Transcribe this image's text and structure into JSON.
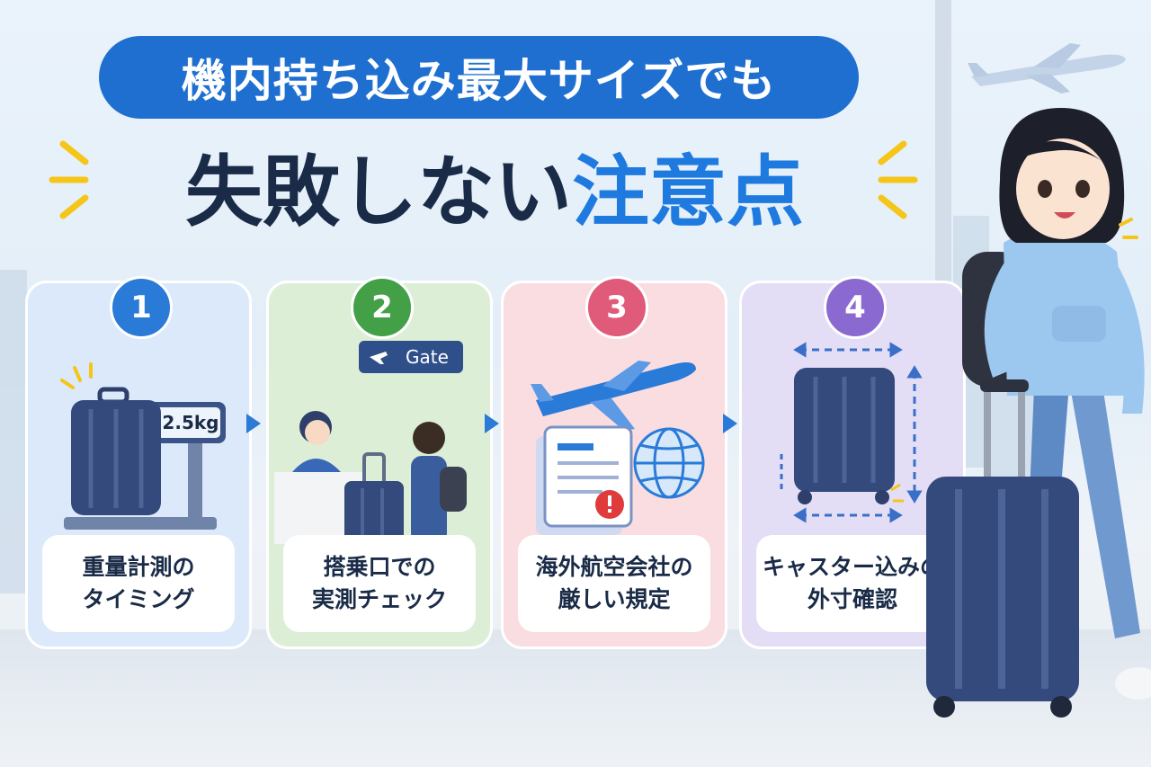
{
  "title": {
    "pill": "機内持ち込み最大サイズでも",
    "headline_dark": "失敗しない",
    "headline_blue": "注意点"
  },
  "cards": [
    {
      "number": "1",
      "line1": "重量計測の",
      "line2": "タイミング",
      "badge_color": "#2a7ad8",
      "scale_display": "12.5kg"
    },
    {
      "number": "2",
      "line1": "搭乗口での",
      "line2": "実測チェック",
      "badge_color": "#43a047",
      "gate_sign": "Gate"
    },
    {
      "number": "3",
      "line1": "海外航空会社の",
      "line2": "厳しい規定",
      "badge_color": "#e05a7a"
    },
    {
      "number": "4",
      "line1": "キャスター込みの",
      "line2": "外寸確認",
      "badge_color": "#8a6ad0"
    }
  ],
  "icons": [
    "scale-icon",
    "suitcase-icon",
    "gate-counter-icon",
    "airplane-icon",
    "document-warning-icon",
    "globe-icon",
    "dimension-arrows-icon",
    "next-arrow-icon"
  ],
  "colors": {
    "primary": "#1f6fd1",
    "headline_dark": "#1a2b48",
    "headline_blue": "#1f7ae0",
    "suitcase": "#34497c"
  }
}
